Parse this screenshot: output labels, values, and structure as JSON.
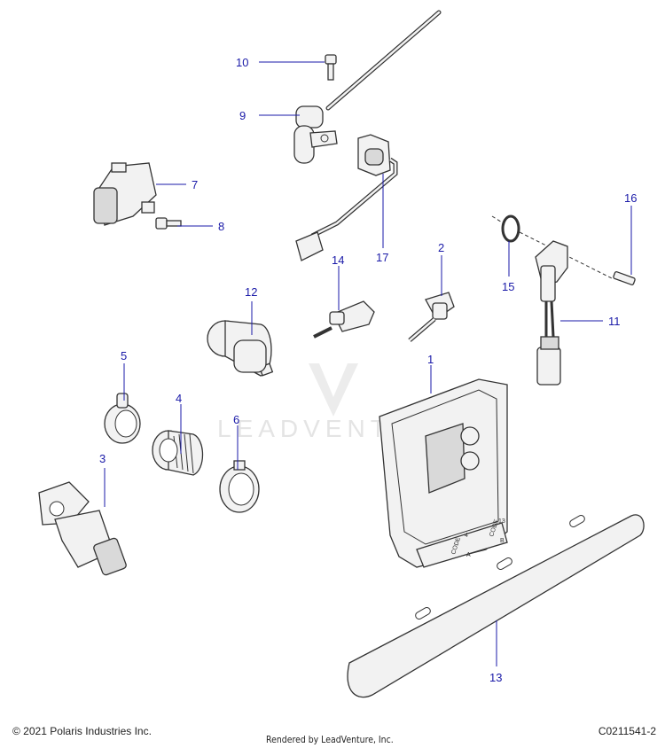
{
  "footer": {
    "copyright": "© 2021 Polaris Industries Inc.",
    "rendered_by": "Rendered by LeadVenture, Inc.",
    "diagram_code": "C0211541-2"
  },
  "watermark": {
    "text": "LEADVENTURE"
  },
  "ecu_labels": {
    "code_a": "CODE",
    "code_a_num": "4",
    "code_a_letter": "A",
    "code_b": "CODE",
    "code_b_num": "13",
    "code_b_letter": "B"
  },
  "callouts": [
    {
      "id": "1",
      "label": "1"
    },
    {
      "id": "2",
      "label": "2"
    },
    {
      "id": "3",
      "label": "3"
    },
    {
      "id": "4",
      "label": "4"
    },
    {
      "id": "5",
      "label": "5"
    },
    {
      "id": "6",
      "label": "6"
    },
    {
      "id": "7",
      "label": "7"
    },
    {
      "id": "8",
      "label": "8"
    },
    {
      "id": "9",
      "label": "9"
    },
    {
      "id": "10",
      "label": "10"
    },
    {
      "id": "11",
      "label": "11"
    },
    {
      "id": "12",
      "label": "12"
    },
    {
      "id": "13",
      "label": "13"
    },
    {
      "id": "14",
      "label": "14"
    },
    {
      "id": "15",
      "label": "15"
    },
    {
      "id": "16",
      "label": "16"
    },
    {
      "id": "17",
      "label": "17"
    }
  ],
  "colors": {
    "callout": "#1a1aa8",
    "line": "#333333",
    "fill": "#f2f2f2"
  }
}
